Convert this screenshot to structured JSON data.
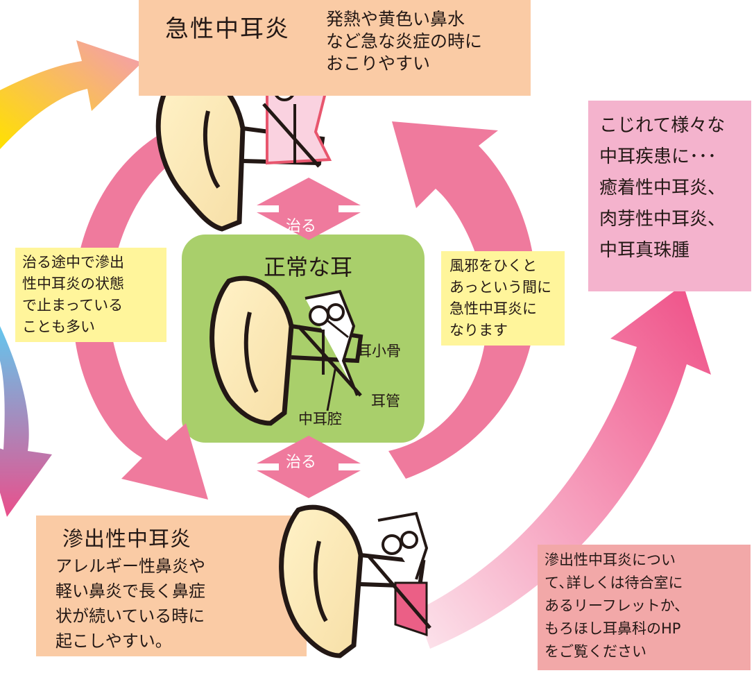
{
  "acute": {
    "title": "急性中耳炎",
    "desc": [
      "発熱や黄色い鼻水",
      "など急な炎症の時に",
      "おこりやすい"
    ]
  },
  "complication": {
    "lines": [
      "こじれて様々な",
      "中耳疾患に･･･",
      "癒着性中耳炎、",
      "肉芽性中耳炎、",
      "中耳真珠腫"
    ]
  },
  "normal": {
    "title": "正常な耳",
    "labels": {
      "ossicles": "耳小骨",
      "eustachian": "耳管",
      "cavity": "中耳腔"
    }
  },
  "heal_top": "治る",
  "heal_bottom": "治る",
  "note_left": [
    "治る途中で滲出",
    "性中耳炎の状態",
    "で止まっている",
    "ことも多い"
  ],
  "note_right": [
    "風邪をひくと",
    "あっという間に",
    "急性中耳炎に",
    "なります"
  ],
  "effusion": {
    "title": "滲出性中耳炎",
    "desc": [
      "アレルギー性鼻炎や",
      "軽い鼻炎で長く鼻症",
      "状が続いている時に",
      "起こしやすい。"
    ]
  },
  "info": [
    "滲出性中耳炎につい",
    "て､詳しくは待合室に",
    "あるリーフレットか､",
    "もろほし耳鼻科のHP",
    "をご覧ください"
  ],
  "colors": {
    "peach": "#FACBA5",
    "pink_box": "#F4B3CD",
    "green": "#A9CF6B",
    "yellow": "#FFF59B",
    "salmon": "#F2A8A8",
    "arrow_pink": "#EF7A9D",
    "cream": "#FEF5CF"
  }
}
